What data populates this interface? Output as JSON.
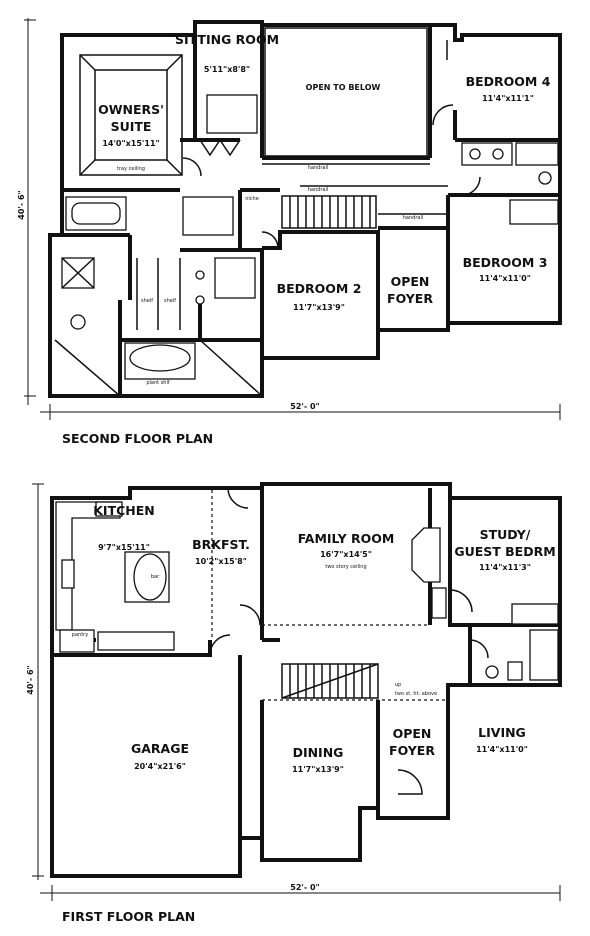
{
  "second_floor": {
    "plan_title": "SECOND FLOOR PLAN",
    "width_dim": "52'- 0\"",
    "depth_dim": "40'- 6\"",
    "rooms": {
      "sitting_name": "SITTING ROOM",
      "sitting_size": "5'11\"x8'8\"",
      "open_below": "OPEN TO BELOW",
      "bedroom4_name": "BEDROOM 4",
      "bedroom4_size": "11'4\"x11'1\"",
      "owners_line1": "OWNERS'",
      "owners_line2": "SUITE",
      "owners_size": "14'0\"x15'11\"",
      "owners_note": "tray ceiling",
      "bedroom3_name": "BEDROOM 3",
      "bedroom3_size": "11'4\"x11'0\"",
      "bedroom2_name": "BEDROOM 2",
      "bedroom2_size": "11'7\"x13'9\"",
      "foyer_line1": "OPEN",
      "foyer_line2": "FOYER"
    },
    "notes": {
      "handrail_a": "handrail",
      "handrail_b": "handrail",
      "handrail_c": "handrail",
      "niche": "niche",
      "plant_shelf": "plant shlf",
      "shelf_a": "shelf",
      "shelf_b": "shelf"
    }
  },
  "first_floor": {
    "plan_title": "FIRST FLOOR PLAN",
    "width_dim": "52'- 0\"",
    "depth_dim": "40'- 6\"",
    "rooms": {
      "kitchen_name": "KITCHEN",
      "kitchen_size": "9'7\"x15'11\"",
      "brkfst_name": "BRKFST.",
      "brkfst_size": "10'2\"x15'8\"",
      "family_name": "FAMILY ROOM",
      "family_size": "16'7\"x14'5\"",
      "family_note": "two story ceiling",
      "study_line1": "STUDY/",
      "study_line2": "GUEST BEDRM",
      "study_size": "11'4\"x11'3\"",
      "garage_name": "GARAGE",
      "garage_size": "20'4\"x21'6\"",
      "dining_name": "DINING",
      "dining_size": "11'7\"x13'9\"",
      "foyer_line1": "OPEN",
      "foyer_line2": "FOYER",
      "living_name": "LIVING",
      "living_size": "11'4\"x11'0\""
    },
    "notes": {
      "bar": "bar",
      "pantry": "pantry",
      "up": "up",
      "two_story_above": "two st. ht. above"
    }
  }
}
